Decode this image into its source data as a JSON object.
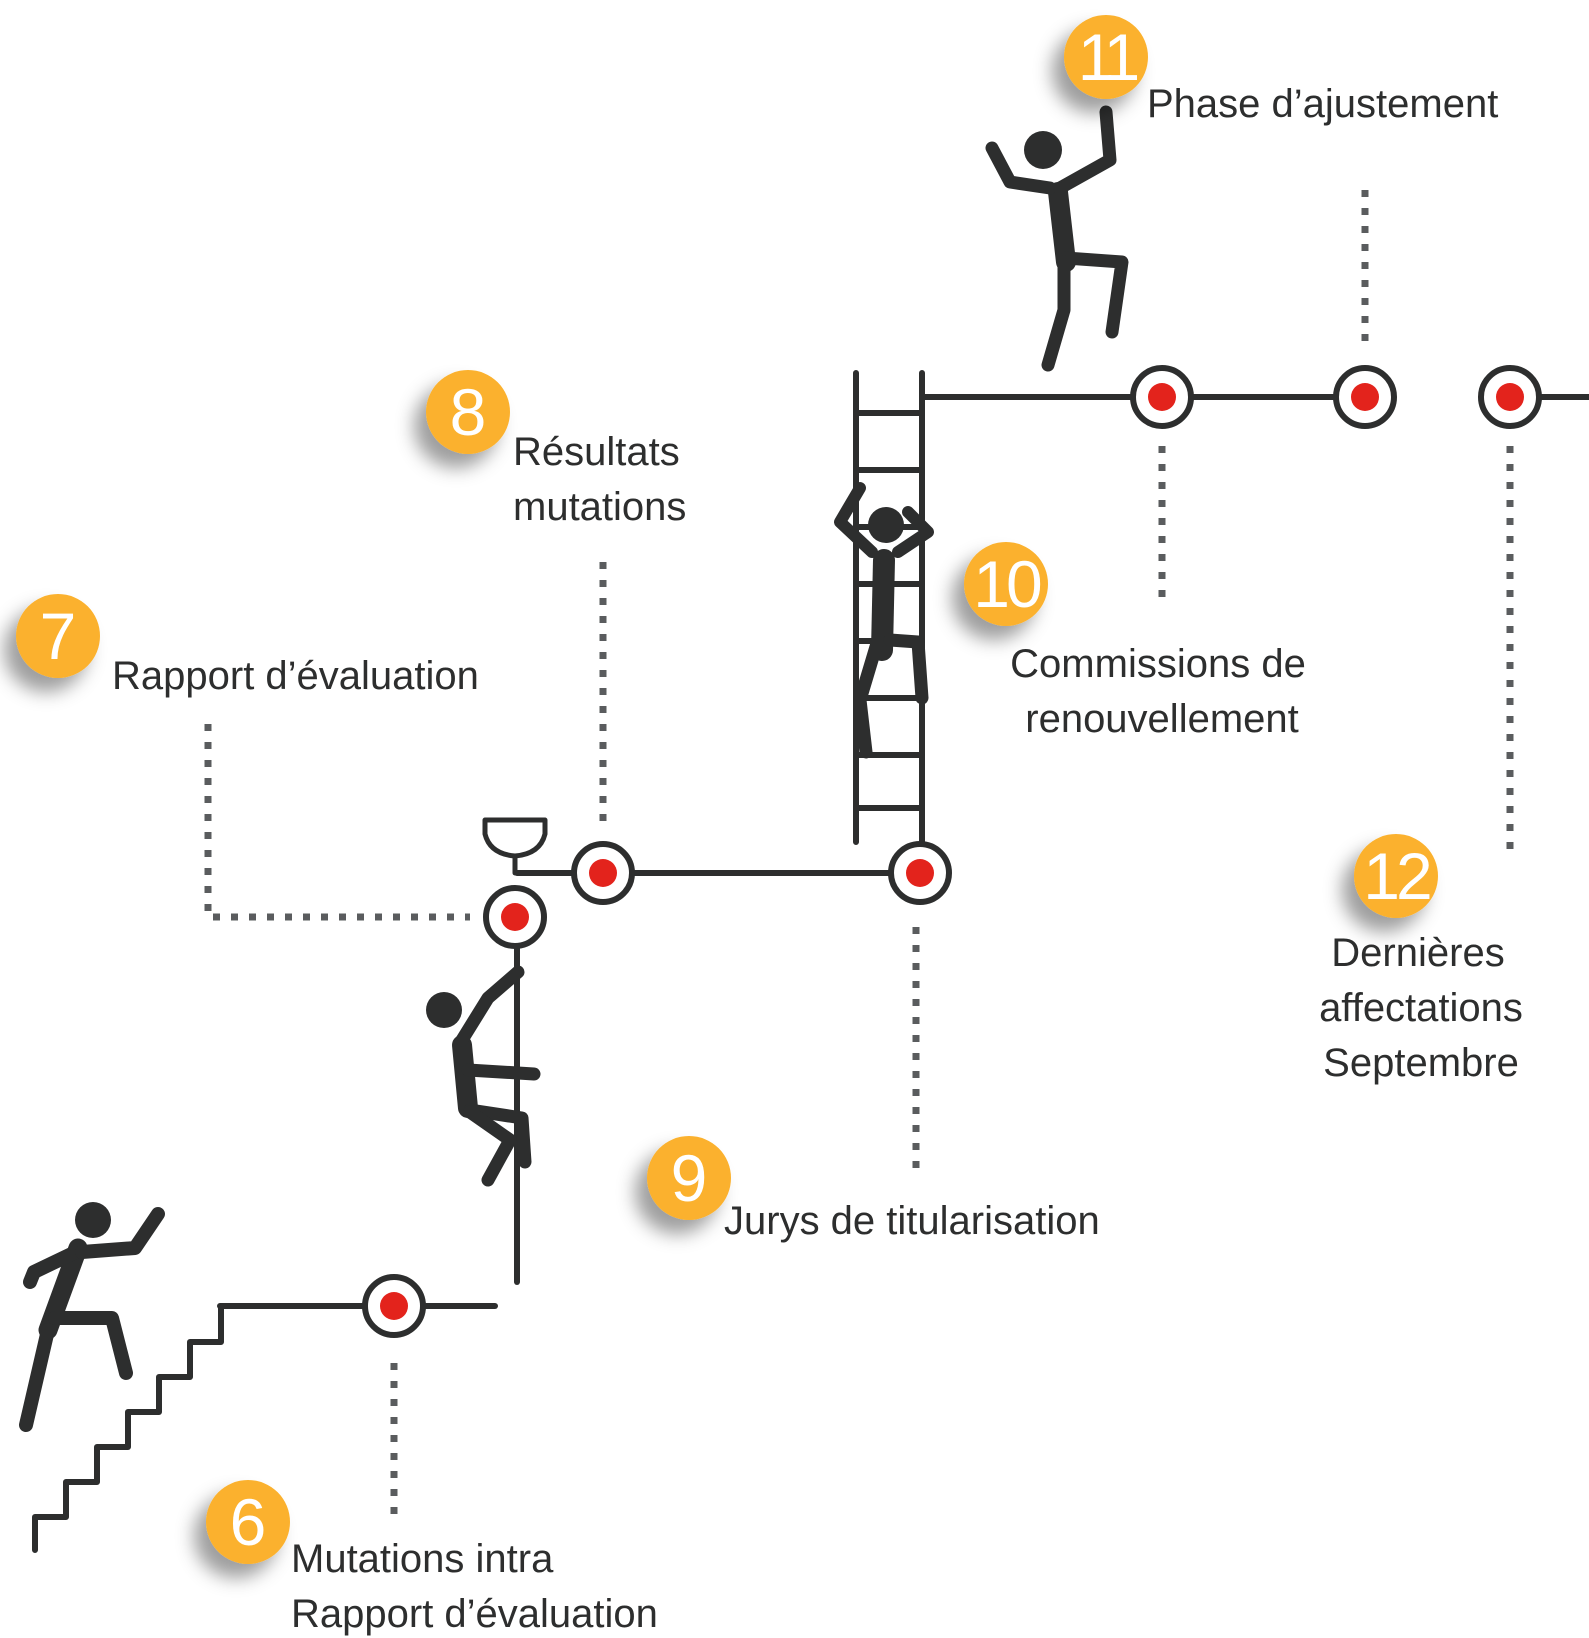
{
  "milestones": [
    {
      "number": "6",
      "label_lines": [
        "Mutations intra",
        "Rapport d’évaluation"
      ]
    },
    {
      "number": "7",
      "label_lines": [
        "Rapport d’évaluation"
      ]
    },
    {
      "number": "8",
      "label_lines": [
        "Résultats",
        "mutations"
      ]
    },
    {
      "number": "9",
      "label_lines": [
        "Jurys de titularisation"
      ]
    },
    {
      "number": "10",
      "label_lines": [
        "Commissions de",
        "renouvellement"
      ]
    },
    {
      "number": "11",
      "label_lines": [
        "Phase d’ajustement"
      ]
    },
    {
      "number": "12",
      "label_lines": [
        "Dernières",
        "affectations",
        "Septembre"
      ]
    }
  ],
  "colors": {
    "badge": "#fbb12d",
    "marker": "#e3231c",
    "ink": "#2d2e2e",
    "dotted": "#5a5c5e"
  },
  "icons": [
    "stairs-climber-icon",
    "rope-climber-icon",
    "ladder-climber-icon",
    "jumping-person-icon"
  ]
}
